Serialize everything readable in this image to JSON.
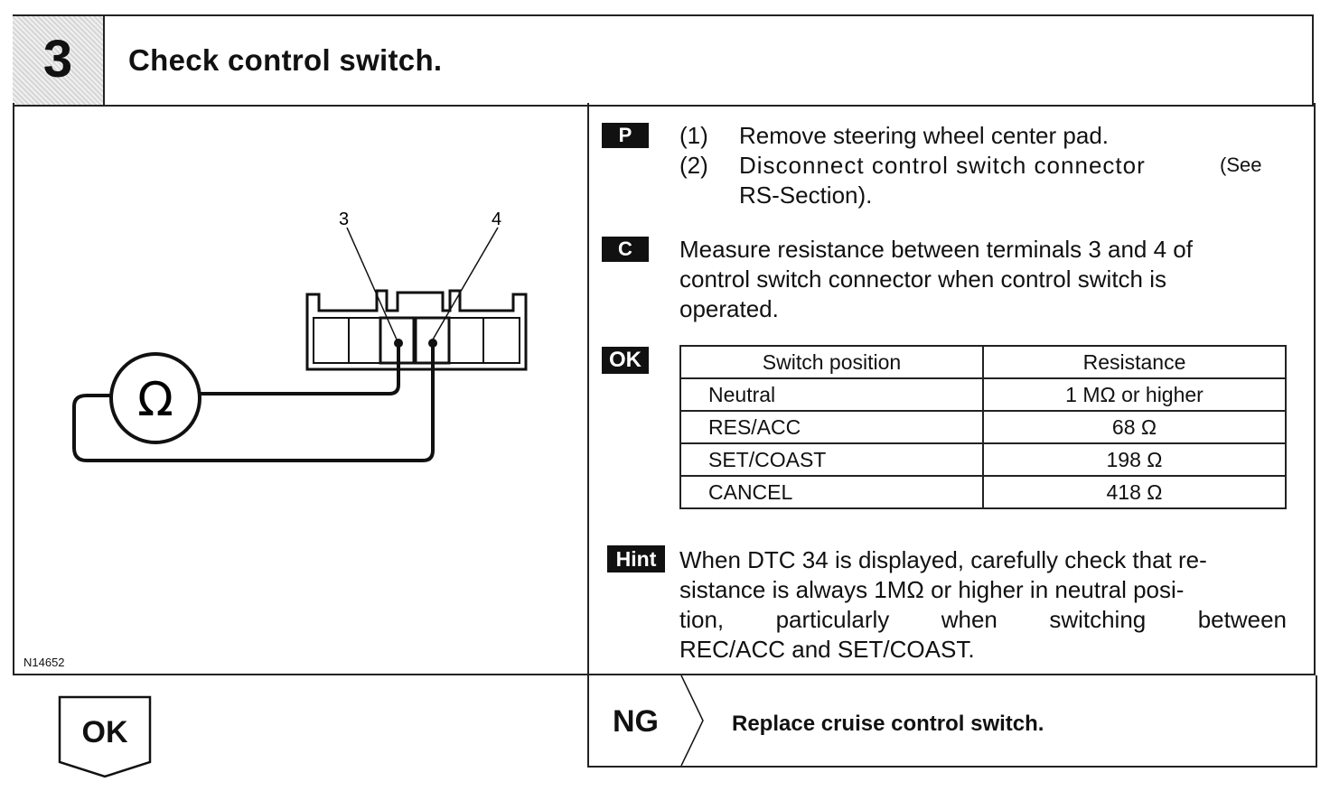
{
  "header": {
    "step_number": "3",
    "title": "Check control switch."
  },
  "diagram": {
    "terminal_left": "3",
    "terminal_right": "4",
    "meter_symbol": "Ω",
    "figure_id": "N14652"
  },
  "procedure": {
    "tag": "P",
    "steps": [
      {
        "num": "(1)",
        "text": "Remove steering wheel center pad."
      },
      {
        "num": "(2)",
        "text": "Disconnect control switch connector",
        "ref": "(See",
        "cont": "RS-Section)."
      }
    ]
  },
  "check": {
    "tag": "C",
    "lines": [
      "Measure resistance between terminals 3 and 4 of",
      "control switch connector when control switch is",
      "operated."
    ]
  },
  "spec": {
    "tag": "OK",
    "headers": [
      "Switch position",
      "Resistance"
    ],
    "rows": [
      {
        "position": "Neutral",
        "resistance": "1 MΩ or higher"
      },
      {
        "position": "RES/ACC",
        "resistance": "68 Ω"
      },
      {
        "position": "SET/COAST",
        "resistance": "198 Ω"
      },
      {
        "position": "CANCEL",
        "resistance": "418 Ω"
      }
    ]
  },
  "hint": {
    "tag": "Hint",
    "lines": [
      "When DTC 34 is displayed, carefully check that re-",
      "sistance is always 1MΩ or higher in neutral posi-",
      "tion, particularly when switching between",
      "REC/ACC and SET/COAST."
    ]
  },
  "result_ok": {
    "label": "OK"
  },
  "result_ng": {
    "label": "NG",
    "action": "Replace cruise control switch."
  }
}
